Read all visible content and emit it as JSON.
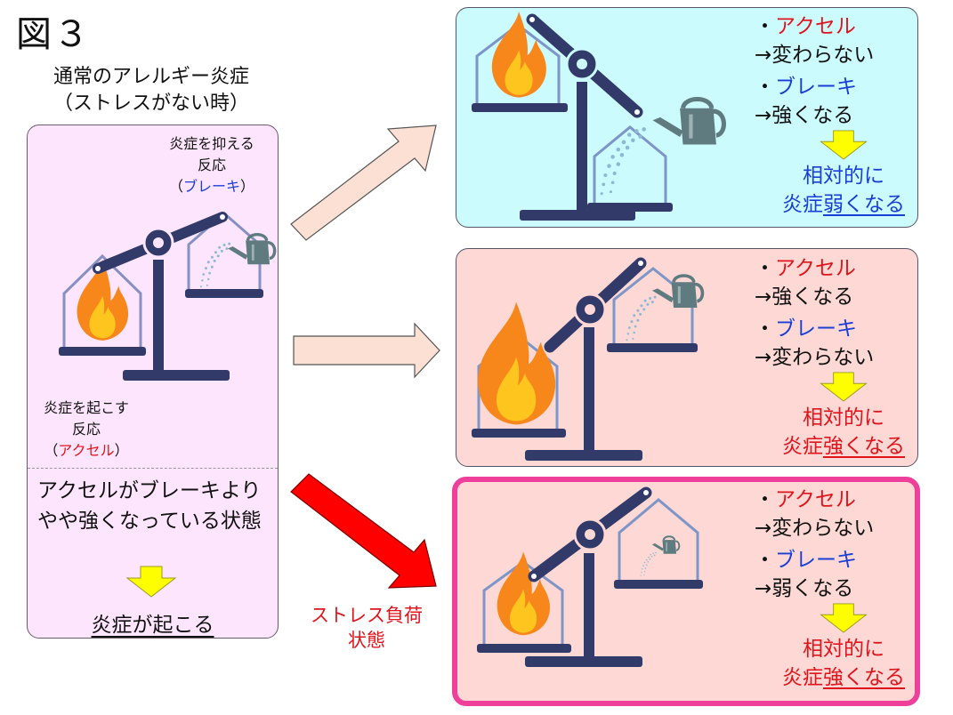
{
  "figure": {
    "title": "図３"
  },
  "baseline": {
    "heading_line1": "通常のアレルギー炎症",
    "heading_line2": "（ストレスがない時）",
    "brake_label": {
      "line1": "炎症を抑える",
      "line2": "反応",
      "paren_open": "（",
      "keyword": "ブレーキ",
      "paren_close": "）"
    },
    "accel_label": {
      "line1": "炎症を起こす",
      "line2": "反応",
      "paren_open": "（",
      "keyword": "アクセル",
      "paren_close": "）"
    },
    "state_description": "アクセルがブレーキよりやや強くなっている状態",
    "result": "炎症が起こる",
    "background_color": "#fde6fd"
  },
  "arrows": {
    "stress_label_line1": "ストレス負荷",
    "stress_label_line2": "状態",
    "normal_arrow_color": "#fbe0d3",
    "stress_arrow_color": "#ff0000"
  },
  "scenarios": [
    {
      "id": "brake-stronger",
      "accel_label": "アクセル",
      "accel_change": "→変わらない",
      "brake_label": "ブレーキ",
      "brake_change": "→強くなる",
      "conclusion_line1": "相対的に",
      "conclusion_prefix": "炎症",
      "conclusion_underlined": "弱くなる",
      "conclusion_color": "#1a3fd6",
      "background_color": "#ccfbfd",
      "highlighted": false
    },
    {
      "id": "accel-stronger",
      "accel_label": "アクセル",
      "accel_change": "→強くなる",
      "brake_label": "ブレーキ",
      "brake_change": "→変わらない",
      "conclusion_line1": "相対的に",
      "conclusion_prefix": "炎症",
      "conclusion_underlined": "強くなる",
      "conclusion_color": "#e0141c",
      "background_color": "#fdd8d4",
      "highlighted": false
    },
    {
      "id": "brake-weaker",
      "accel_label": "アクセル",
      "accel_change": "→変わらない",
      "brake_label": "ブレーキ",
      "brake_change": "→弱くなる",
      "conclusion_line1": "相対的に",
      "conclusion_prefix": "炎症",
      "conclusion_underlined": "強くなる",
      "conclusion_color": "#e0141c",
      "background_color": "#fdd8d4",
      "highlighted": true,
      "highlight_color": "#ee3f9a"
    }
  ],
  "bullet": "・"
}
